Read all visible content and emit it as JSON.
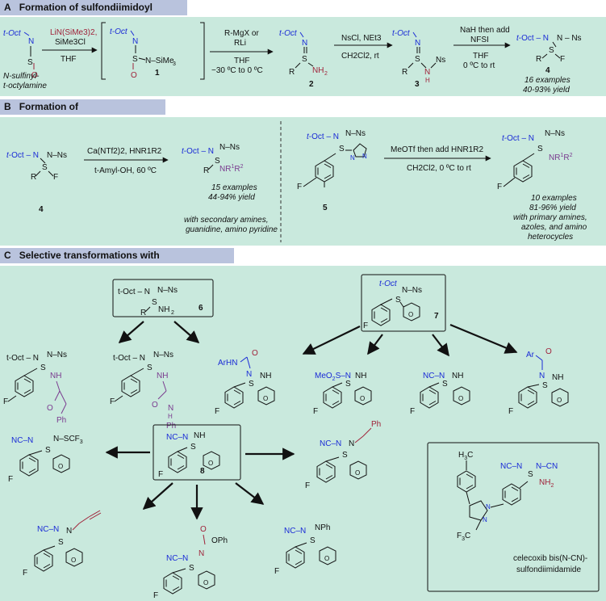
{
  "sections": {
    "a": {
      "letter": "A",
      "title": "Formation of sulfondiimidoyl fluorides"
    },
    "b": {
      "letter": "B",
      "title": "Formation of sulfondiimidamines"
    },
    "c": {
      "letter": "C",
      "title": "Selective transformations with sulfondiimidamines"
    }
  },
  "scheme_a": {
    "start_label_line1": "N-sulfinyl-",
    "start_label_line2": "t-octylamine",
    "step1_reagent1": "LiN(SiMe3)2,",
    "step1_reagent2": "SiMe3Cl",
    "step1_solvent": "THF",
    "intermediate_number": "1",
    "step2_reagent1": "R-MgX or",
    "step2_reagent2": "RLi",
    "step2_solvent": "THF",
    "step2_temp": "−30 ºC to 0 ºC",
    "compound2_number": "2",
    "step3_reagent": "NsCl, NEt3",
    "step3_solvent": "CH2Cl2, rt",
    "compound3_number": "3",
    "step4_reagent1": "NaH then add",
    "step4_reagent2": "NFSI",
    "step4_solvent": "THF",
    "step4_temp": "0 ºC to rt",
    "compound4_number": "4",
    "result_examples": "16 examples",
    "result_yield": "40-93% yield"
  },
  "scheme_b_left": {
    "start_number": "4",
    "reagent": "Ca(NTf2)2, HNR1R2",
    "solvent": "t-Amyl-OH, 60 ºC",
    "result_examples": "15 examples",
    "result_yield": "44-94% yield",
    "scope_line1": "with secondary amines,",
    "scope_line2": "guanidine, amino pyridine"
  },
  "scheme_b_right": {
    "start_number": "5",
    "reagent": "MeOTf then add HNR1R2",
    "solvent": "CH2Cl2, 0 ºC to rt",
    "result_examples": "10 examples",
    "result_yield": "81-96% yield",
    "scope_line1": "with primary amines,",
    "scope_line2": "azoles, and amino",
    "scope_line3": "heterocycles"
  },
  "scheme_c": {
    "compound6_number": "6",
    "compound7_number": "7",
    "compound8_number": "8",
    "celecoxib_label_line1": "celecoxib bis(N-CN)-",
    "celecoxib_label_line2": "sulfondiimidamide"
  },
  "colors": {
    "header_bg": "#b9c3dd",
    "panel_bg": "#c9e9dd",
    "blue": "#1a2bd6",
    "red": "#a0233a",
    "purple": "#7a3b8f"
  }
}
